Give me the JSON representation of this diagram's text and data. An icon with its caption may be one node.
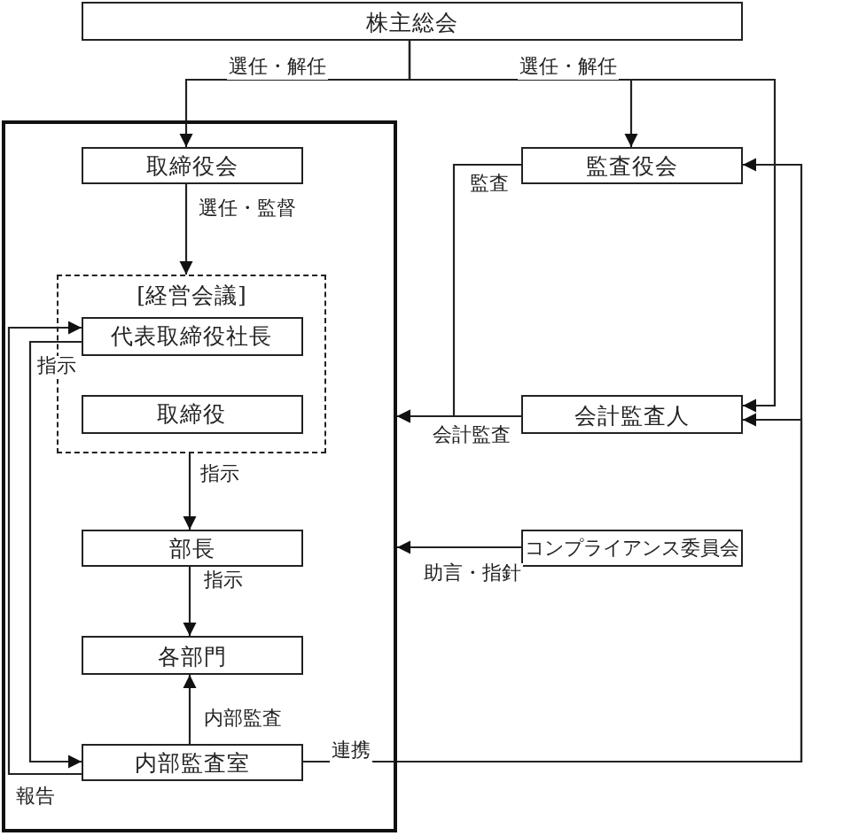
{
  "diagram": {
    "nodes": [
      {
        "text": [
          "株主総会"
        ]
      },
      {
        "text": [],
        "shape": "box"
      },
      {
        "text": [
          "取締役会"
        ],
        "in": 1
      },
      {
        "text": [
          "[経営会議]"
        ],
        "in": 1
      },
      {
        "text": [
          "代表取締役社長"
        ],
        "in": 3
      },
      {
        "text": [
          "取締役"
        ],
        "in": 3
      },
      {
        "text": [
          "部長"
        ],
        "in": 1
      },
      {
        "text": [
          "各部門"
        ],
        "in": 1
      },
      {
        "text": [
          "内部監査室"
        ],
        "in": 1
      },
      {
        "text": [
          "監査役会"
        ]
      },
      {
        "text": [
          "会計監査人"
        ]
      },
      {
        "text": [
          "コンプライアンス委員会"
        ]
      }
    ],
    "edges": [
      {
        "from": 0,
        "to": 2,
        "arrow": "to",
        "label": "選任・解任"
      },
      {
        "from": 0,
        "to": 9,
        "arrow": "to",
        "label": "選任・解任"
      },
      {
        "from": 0,
        "to": 10,
        "arrow": "to"
      },
      {
        "from": 2,
        "to": 3,
        "arrow": "to",
        "label": "選任・監督"
      },
      {
        "from": 9,
        "to": 1,
        "arrow": "to",
        "label": "監査"
      },
      {
        "from": 10,
        "to": 1,
        "arrow": "to",
        "label": "会計監査"
      },
      {
        "from": 11,
        "to": 1,
        "arrow": "to",
        "label": "助言・指針"
      },
      {
        "from": 8,
        "to": 9,
        "arrow": "to",
        "label": "連携"
      },
      {
        "from": 8,
        "to": 10,
        "arrow": "to"
      },
      {
        "from": 4,
        "to": 8,
        "arrow": "to",
        "label": "指示"
      },
      {
        "from": 8,
        "to": 4,
        "arrow": "to",
        "label": "報告"
      },
      {
        "from": 3,
        "to": 6,
        "arrow": "to",
        "label": "指示"
      },
      {
        "from": 6,
        "to": 7,
        "arrow": "to",
        "label": "指示"
      },
      {
        "from": 8,
        "to": 7,
        "arrow": "to",
        "label": "内部監査"
      }
    ]
  }
}
